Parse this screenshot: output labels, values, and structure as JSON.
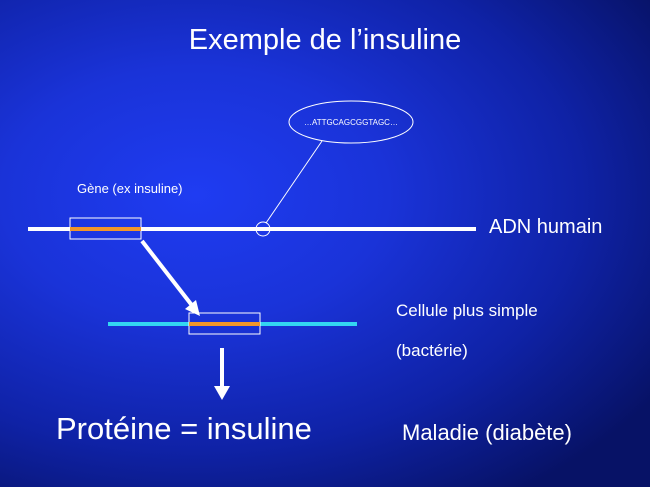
{
  "slide": {
    "title": "Exemple de l’insuline",
    "gene_label": "Gène (ex insuline)",
    "sequence": "…ATTGCAGCGGTAGC…",
    "dna_label": "ADN humain",
    "cell_line1": "Cellule plus simple",
    "cell_line2": "(bactérie)",
    "protein_label": "Protéine = insuline",
    "disease_label": "Maladie (diabète)"
  },
  "colors": {
    "background": "#1a33d8",
    "text": "#ffffff",
    "human_dna_line": "#ffffff",
    "bacteria_dna_line": "#33d6f2",
    "gene_segment": "#f2962a"
  }
}
